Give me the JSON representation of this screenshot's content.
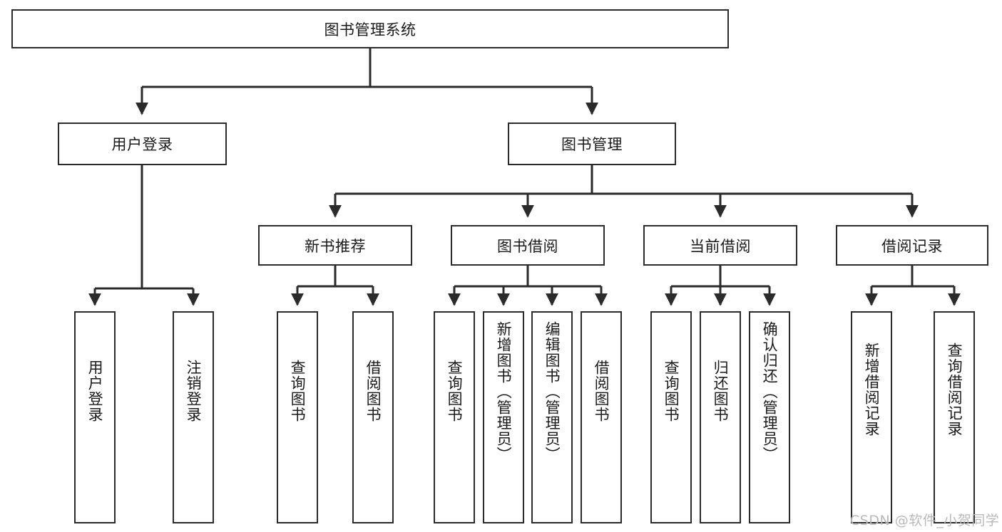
{
  "diagram": {
    "title_node": {
      "label": "图书管理系统"
    },
    "level2": [
      {
        "id": "user-login",
        "label": "用户登录"
      },
      {
        "id": "book-manage",
        "label": "图书管理"
      }
    ],
    "level3": [
      {
        "id": "new-book-recommend",
        "label": "新书推荐"
      },
      {
        "id": "book-borrow",
        "label": "图书借阅"
      },
      {
        "id": "current-borrow",
        "label": "当前借阅"
      },
      {
        "id": "borrow-record",
        "label": "借阅记录"
      }
    ],
    "leaves": {
      "user_login": [
        {
          "id": "leaf-user-login",
          "label": "用户登录"
        },
        {
          "id": "leaf-logout-login",
          "label": "注销登录"
        }
      ],
      "new_book_recommend": [
        {
          "id": "leaf-query-book-1",
          "label": "查询图书"
        },
        {
          "id": "leaf-borrow-book-1",
          "label": "借阅图书"
        }
      ],
      "book_borrow": [
        {
          "id": "leaf-query-book-2",
          "label": "查询图书"
        },
        {
          "id": "leaf-add-book",
          "label": "新增图书（管理员）"
        },
        {
          "id": "leaf-edit-book",
          "label": "编辑图书（管理员）"
        },
        {
          "id": "leaf-borrow-book-2",
          "label": "借阅图书"
        }
      ],
      "current_borrow": [
        {
          "id": "leaf-query-book-3",
          "label": "查询图书"
        },
        {
          "id": "leaf-return-book",
          "label": "归还图书"
        },
        {
          "id": "leaf-confirm-return",
          "label": "确认归还（管理员）"
        }
      ],
      "borrow_record": [
        {
          "id": "leaf-add-record",
          "label": "新增借阅记录"
        },
        {
          "id": "leaf-query-record",
          "label": "查询借阅记录"
        }
      ]
    }
  },
  "watermark": {
    "text": "CSDN @软件_小贺同学"
  },
  "colors": {
    "stroke": "#2b2b2b",
    "background": "#ffffff",
    "text": "#1a1a1a",
    "watermark": "#b9b9b9"
  }
}
